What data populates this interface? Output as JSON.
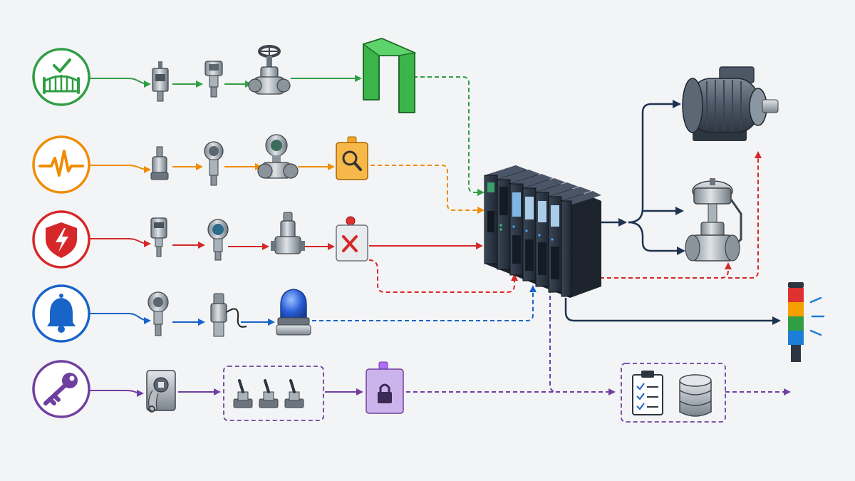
{
  "colors": {
    "background": "#f3f4f6",
    "green": "#2f9e44",
    "orange": "#f08c00",
    "red": "#d62828",
    "blue": "#1864c8",
    "purple": "#6f3fa0",
    "navy": "#1f3350",
    "plc_dark": "#2b3442",
    "metal": "#9aa3ad"
  },
  "rows": [
    {
      "id": "permissive",
      "color_key": "green",
      "category_icon": "gate-check-icon",
      "devices": [
        "limit-switch-icon",
        "pressure-switch-icon",
        "gate-valve-icon"
      ],
      "endpoint_icon": "permissive-frame-icon"
    },
    {
      "id": "monitoring",
      "color_key": "orange",
      "category_icon": "pulse-wave-icon",
      "devices": [
        "temperature-sensor-icon",
        "pressure-transmitter-icon",
        "flow-meter-icon"
      ],
      "endpoint_icon": "inspection-box-icon"
    },
    {
      "id": "safety",
      "color_key": "red",
      "category_icon": "shield-lightning-icon",
      "devices": [
        "proximity-sensor-icon",
        "pressure-transmitter-icon",
        "relief-valve-icon"
      ],
      "endpoint_icon": "trip-box-icon"
    },
    {
      "id": "alarm",
      "color_key": "blue",
      "category_icon": "bell-icon",
      "devices": [
        "pressure-gauge-icon",
        "level-probe-icon",
        "beacon-icon"
      ],
      "endpoint_icon": null
    },
    {
      "id": "access",
      "color_key": "purple",
      "category_icon": "key-icon",
      "devices": [
        "key-switch-icon",
        "selector-switch-group-icon"
      ],
      "endpoint_icon": "padlock-box-icon"
    }
  ],
  "controller": {
    "icon": "plc-rack-icon"
  },
  "outputs": [
    "electric-motor-icon",
    "control-valve-icon",
    "stack-light-icon"
  ],
  "records": [
    "checklist-icon",
    "database-icon"
  ]
}
